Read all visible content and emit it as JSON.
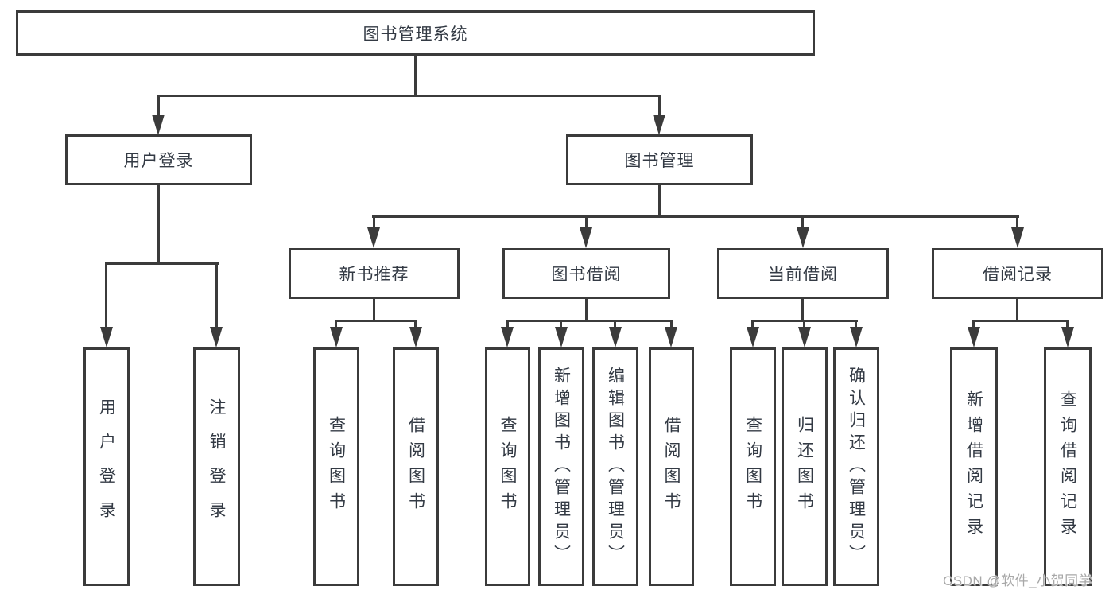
{
  "diagram_type": "hierarchy-flowchart",
  "colors": {
    "line": "#3b3b3b",
    "box_border": "#3b3b3b",
    "text": "#333a44",
    "watermark": "#a8a8a8",
    "background": "#ffffff"
  },
  "watermark": "CSDN @软件_小贺同学",
  "tree": {
    "root": {
      "label": "图书管理系统",
      "children": [
        {
          "label": "用户登录",
          "children": [
            {
              "label": "用户登录"
            },
            {
              "label": "注销登录"
            }
          ]
        },
        {
          "label": "图书管理",
          "children": [
            {
              "label": "新书推荐",
              "children": [
                {
                  "label": "查询图书"
                },
                {
                  "label": "借阅图书"
                }
              ]
            },
            {
              "label": "图书借阅",
              "children": [
                {
                  "label": "查询图书"
                },
                {
                  "label": "新增图书（管理员）"
                },
                {
                  "label": "编辑图书（管理员）"
                },
                {
                  "label": "借阅图书"
                }
              ]
            },
            {
              "label": "当前借阅",
              "children": [
                {
                  "label": "查询图书"
                },
                {
                  "label": "归还图书"
                },
                {
                  "label": "确认归还（管理员）"
                }
              ]
            },
            {
              "label": "借阅记录",
              "children": [
                {
                  "label": "新增借阅记录"
                },
                {
                  "label": "查询借阅记录"
                }
              ]
            }
          ]
        }
      ]
    }
  }
}
